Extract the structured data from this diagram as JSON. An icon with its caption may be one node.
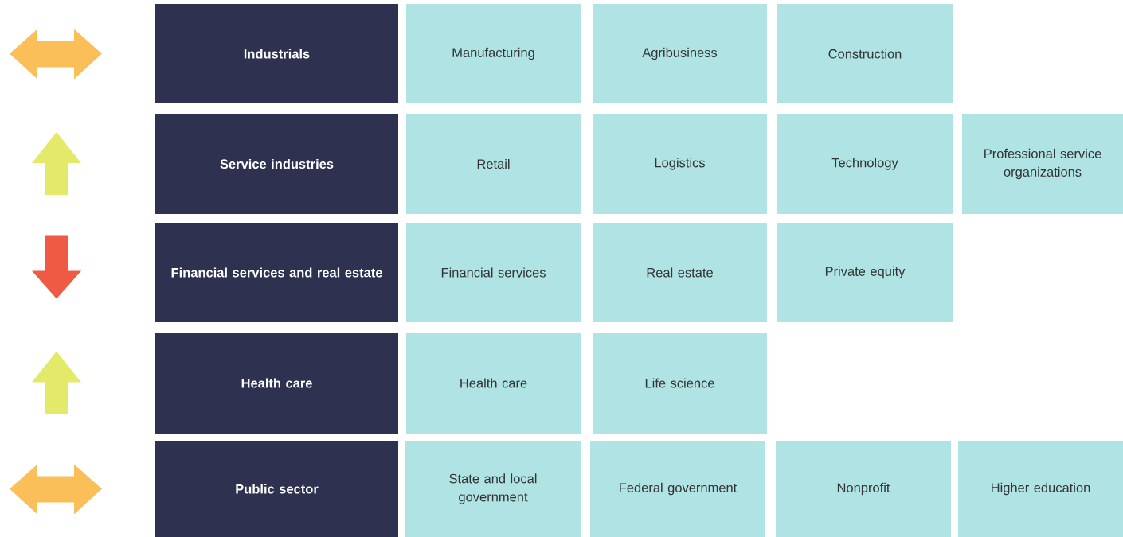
{
  "diagram": {
    "nodes": [
      {
        "text": [
          "Industrials"
        ]
      },
      {
        "text": [
          "Manufacturing"
        ]
      },
      {
        "text": [
          "Agribusiness"
        ]
      },
      {
        "text": [
          "Construction"
        ]
      },
      {
        "text": [
          "Service industries"
        ]
      },
      {
        "text": [
          "Retail"
        ]
      },
      {
        "text": [
          "Logistics"
        ]
      },
      {
        "text": [
          "Technology"
        ]
      },
      {
        "text": [
          "Professional service organizations"
        ]
      },
      {
        "text": [
          "Financial services and real estate"
        ]
      },
      {
        "text": [
          "Financial services"
        ]
      },
      {
        "text": [
          "Real estate"
        ]
      },
      {
        "text": [
          "Private equity"
        ]
      },
      {
        "text": [
          "Health care"
        ]
      },
      {
        "text": [
          "Health care"
        ]
      },
      {
        "text": [
          "Life science"
        ]
      },
      {
        "text": [
          "Public sector"
        ]
      },
      {
        "text": [
          "State and local government"
        ]
      },
      {
        "text": [
          "Federal government"
        ]
      },
      {
        "text": [
          "Nonprofit"
        ]
      },
      {
        "text": [
          "Higher education"
        ]
      }
    ]
  }
}
